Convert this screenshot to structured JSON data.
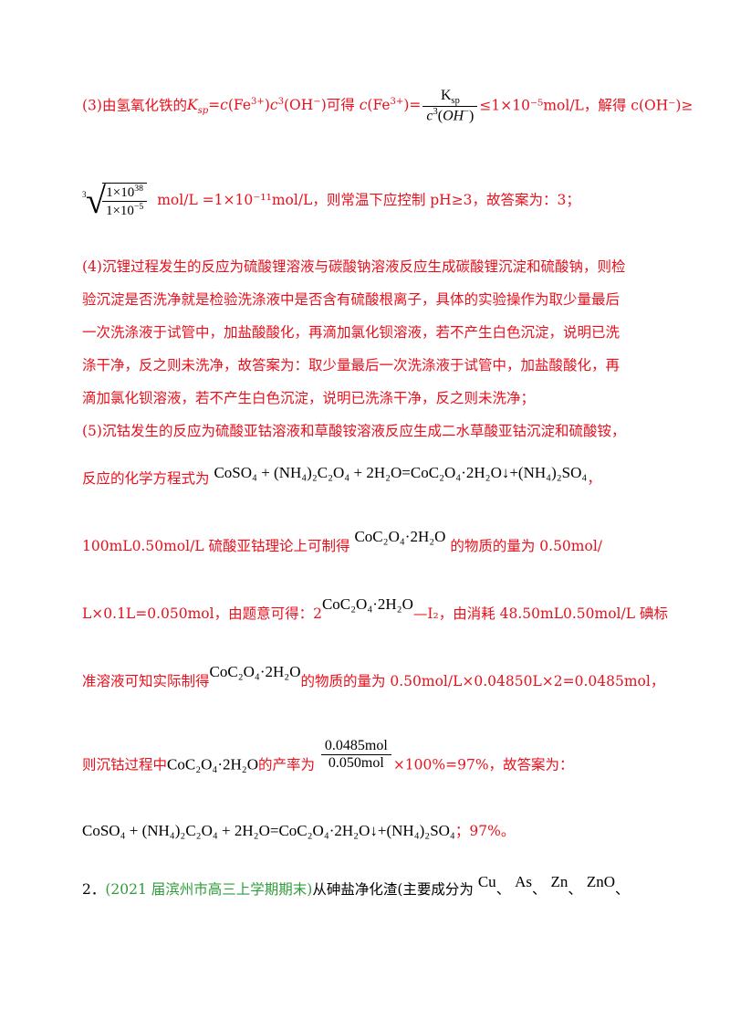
{
  "p3": {
    "a": "(3)由氢氧化铁的",
    "ksp_expr": "K",
    "ksp_sub": "sp",
    "b": "=c(Fe",
    "c": ")c",
    "d": "(OH⁻)可得 c(Fe",
    "e": ")=",
    "frac_num": "K",
    "frac_num_sub": "sp",
    "frac_den": "c³(OH⁻)",
    "f": "≤1×10⁻⁵mol/L，解得 c(OH⁻)≥",
    "root_num": "1×10",
    "root_num_exp": "38",
    "root_den": "1×10",
    "root_den_exp": "−5",
    "g": "mol/L =1×10⁻¹¹mol/L，则常温下应控制 pH≥3，故答案为：3；"
  },
  "p4": [
    "(4)沉锂过程发生的反应为硫酸锂溶液与碳酸钠溶液反应生成碳酸锂沉淀和硫酸钠，则检",
    "验沉淀是否洗净就是检验洗涤液中是否含有硫酸根离子，具体的实验操作为取少量最后",
    "一次洗涤液于试管中，加盐酸酸化，再滴加氯化钡溶液，若不产生白色沉淀，说明已洗",
    "涤干净，反之则未洗净，故答案为：取少量最后一次洗涤液于试管中，加盐酸酸化，再",
    "滴加氯化钡溶液，若不产生白色沉淀，说明已洗涤干净，反之则未洗净；"
  ],
  "p5": {
    "l1": "(5)沉钴发生的反应为硫酸亚钴溶液和草酸铵溶液反应生成二水草酸亚钴沉淀和硫酸铵，",
    "l2_prefix": "反应的化学方程式为",
    "equation": "CoSO₄ + (NH₄)₂C₂O₄ + 2H₂O=CoC₂O₄·2H₂O↓+(NH₄)₂SO₄",
    "l2_suffix": "，",
    "l3_prefix": "100mL0.50mol/L 硫酸亚钴理论上可制得",
    "compound": "CoC₂O₄·2H₂O",
    "l3_suffix": "的物质的量为 0.50mol/",
    "l4_prefix": "L×0.1L=0.050mol，由题意可得：2",
    "l4_mid": "—I₂，由消耗 48.50mL0.50mol/L 碘标",
    "l5_prefix": "准溶液可知实际制得",
    "l5_suffix": "的物质的量为 0.50mol/L×0.04850L×2=0.0485mol，",
    "l6_prefix": "则沉钴过程中",
    "l6_mid": "的产率为",
    "yield_num": "0.0485mol",
    "yield_den": "0.050mol",
    "l6_suffix": "×100%=97%，故答案为：",
    "l7_suffix": "；97%。"
  },
  "q2": {
    "number": "2．",
    "source": "(2021 届滨州市高三上学期期末)",
    "text": "从砷盐净化渣(主要成分为",
    "items": [
      "Cu",
      "As",
      "Zn",
      "ZnO"
    ],
    "sep": "、"
  }
}
